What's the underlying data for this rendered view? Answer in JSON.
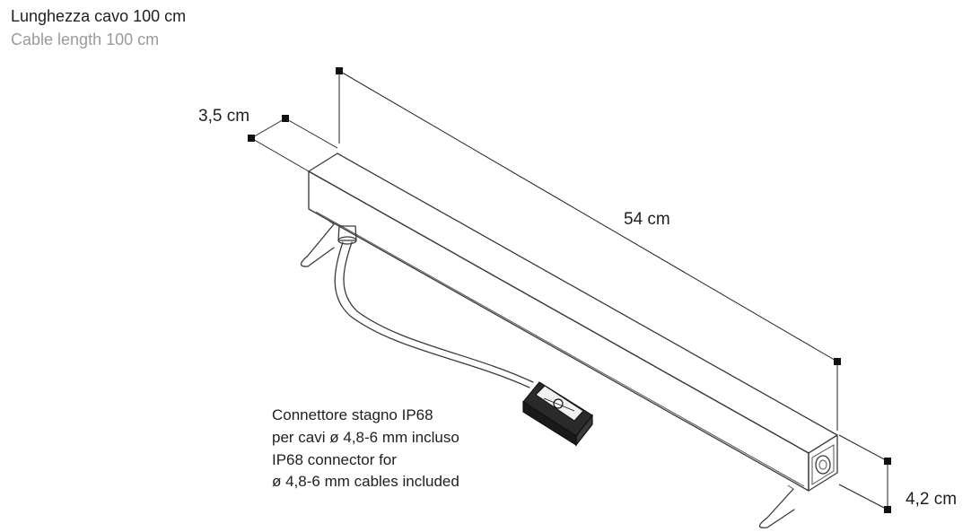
{
  "header": {
    "cable_length_it": "Lunghezza cavo 100 cm",
    "cable_length_en": "Cable length 100 cm"
  },
  "dimensions": {
    "width": "3,5 cm",
    "length": "54 cm",
    "height": "4,2 cm"
  },
  "connector_note": {
    "line1": "Connettore stagno IP68",
    "line2": "per cavi ø 4,8-6 mm incluso",
    "line3": "IP68 connector for",
    "line4": "ø 4,8-6 mm cables included"
  }
}
